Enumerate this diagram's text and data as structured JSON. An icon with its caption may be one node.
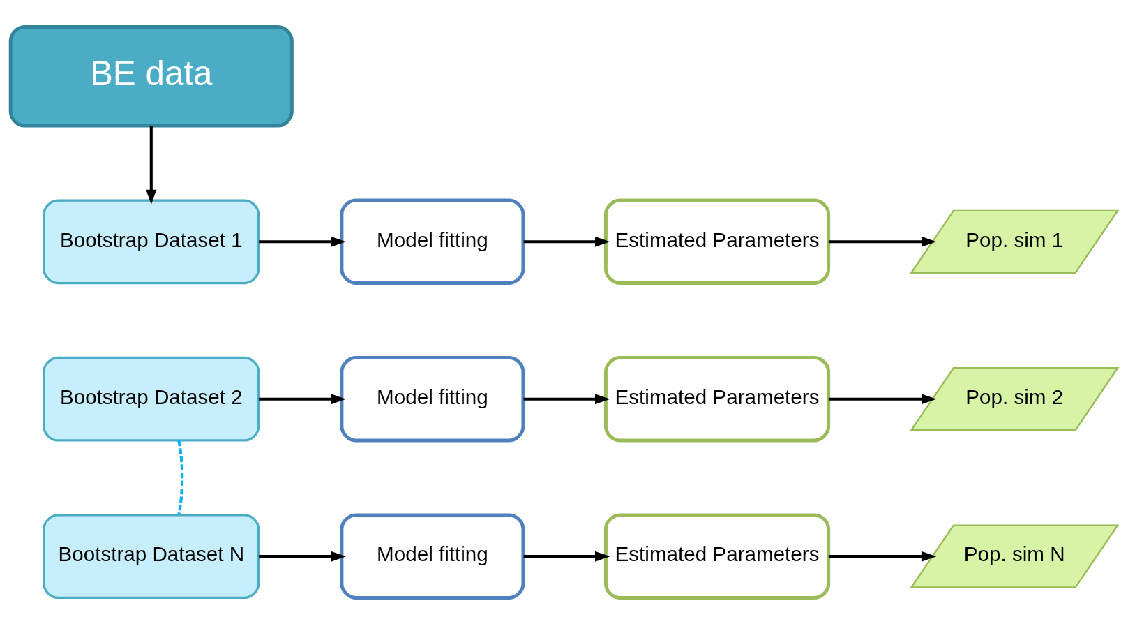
{
  "diagram": {
    "nodes": [
      {
        "text": [
          "BE data"
        ]
      },
      {
        "text": [
          "Bootstrap Dataset 1"
        ]
      },
      {
        "text": [
          "Model fitting"
        ]
      },
      {
        "text": [
          "Estimated Parameters"
        ]
      },
      {
        "text": [
          "Pop. sim 1"
        ]
      },
      {
        "text": [
          "Bootstrap Dataset 2"
        ]
      },
      {
        "text": [
          "Model fitting"
        ]
      },
      {
        "text": [
          "Estimated Parameters"
        ]
      },
      {
        "text": [
          "Pop. sim 2"
        ]
      },
      {
        "text": [
          "Bootstrap Dataset N"
        ]
      },
      {
        "text": [
          "Model fitting"
        ]
      },
      {
        "text": [
          "Estimated Parameters"
        ]
      },
      {
        "text": [
          "Pop. sim N"
        ]
      }
    ],
    "edges": [
      {
        "from": 0,
        "to": 1,
        "arrow": "to"
      },
      {
        "from": 1,
        "to": 2,
        "arrow": "to"
      },
      {
        "from": 2,
        "to": 3,
        "arrow": "to"
      },
      {
        "from": 3,
        "to": 4,
        "arrow": "to"
      },
      {
        "from": 5,
        "to": 6,
        "arrow": "to"
      },
      {
        "from": 6,
        "to": 7,
        "arrow": "to"
      },
      {
        "from": 7,
        "to": 8,
        "arrow": "to"
      },
      {
        "from": 5,
        "to": 9,
        "arrow": "none",
        "style": "dashed",
        "color": "#00b0f0"
      },
      {
        "from": 9,
        "to": 10,
        "arrow": "to"
      },
      {
        "from": 10,
        "to": 11,
        "arrow": "to"
      },
      {
        "from": 11,
        "to": 12,
        "arrow": "to"
      }
    ]
  }
}
